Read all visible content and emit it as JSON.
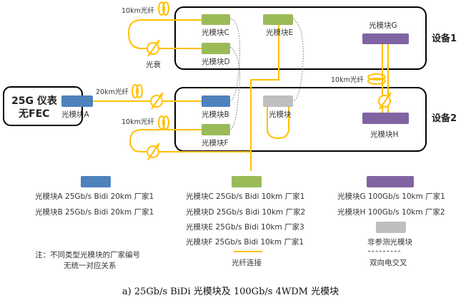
{
  "colors": {
    "fiber": "#FFC000",
    "blue_module": "#4F81BD",
    "green_module": "#9BBB59",
    "purple_module": "#8064A2",
    "gray_module": "#BFBFBF",
    "box_border": "#000000"
  },
  "diagram": {
    "instrument": {
      "line1": "25G 仪表",
      "line2": "无FEC"
    },
    "device1_label": "设备1",
    "device2_label": "设备2",
    "modules": {
      "A": "光模块A",
      "B": "光模块B",
      "C": "光模块C",
      "D": "光模块D",
      "E": "光模块E",
      "F": "光模块F",
      "G": "光模块G",
      "H": "光模块H",
      "gray": "光模块"
    },
    "fiber_labels": {
      "top_cd": "10km光纤",
      "ab": "20km光纤",
      "bf": "10km光纤",
      "gh": "10km光纤"
    },
    "attenuator_label": "光衰"
  },
  "legend": {
    "blue": [
      "光模块A 25Gb/s Bidi 20km 厂家1",
      "光模块B 25Gb/s Bidi 20km 厂家1"
    ],
    "green": [
      "光模块C 25Gb/s Bidi 10km 厂家1",
      "光模块D 25Gb/s Bidi 10km 厂家2",
      "光模块E 25Gb/s Bidi 10km 厂家3",
      "光模块F 25Gb/s Bidi 10km 厂家1"
    ],
    "purple": [
      "光模块G 100Gb/s 10km 厂家1",
      "光模块H 100Gb/s 10km 厂家2"
    ],
    "gray": "非参测光模块",
    "fiber": "光纤连接",
    "cross": "双向电交叉",
    "note_line1": "注：不同类型光模块的厂家编号",
    "note_line2": "无统一对应关系"
  },
  "caption": "a) 25Gb/s BiDi 光模块及 100Gb/s 4WDM 光模块"
}
